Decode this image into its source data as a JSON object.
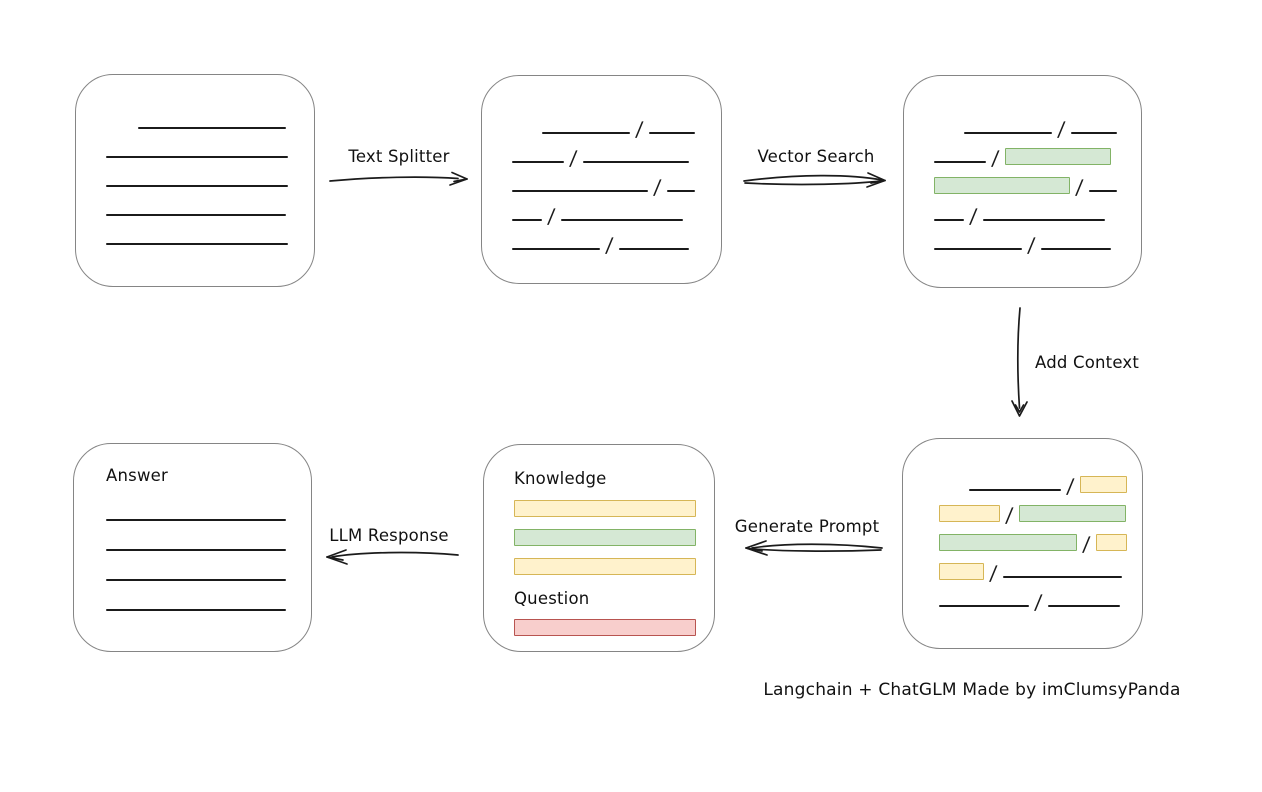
{
  "caption": "Langchain + ChatGLM Made by imClumsyPanda",
  "palette": {
    "line": "#1b1b1b",
    "box_border": "#858585",
    "green": {
      "fill": "#d5e8d4",
      "stroke": "#82b366"
    },
    "yellow": {
      "fill": "#fff2cc",
      "stroke": "#d6b656"
    },
    "red": {
      "fill": "#f8cecc",
      "stroke": "#b85450"
    }
  },
  "arrows": {
    "text_splitter": {
      "label": "Text Splitter",
      "direction": "right"
    },
    "vector_search": {
      "label": "Vector Search",
      "direction": "right"
    },
    "add_context": {
      "label": "Add Context",
      "direction": "down"
    },
    "generate_prompt": {
      "label": "Generate Prompt",
      "direction": "left"
    },
    "llm_response": {
      "label": "LLM Response",
      "direction": "left"
    }
  },
  "nodes": {
    "source_document": {
      "rows": [
        [
          {
            "t": "gap",
            "w": 32
          },
          {
            "t": "line",
            "w": 148
          }
        ],
        [
          {
            "t": "line",
            "w": 182
          }
        ],
        [
          {
            "t": "line",
            "w": 182
          }
        ],
        [
          {
            "t": "line",
            "w": 180
          }
        ],
        [
          {
            "t": "line",
            "w": 182
          }
        ]
      ]
    },
    "split_text": {
      "rows": [
        [
          {
            "t": "gap",
            "w": 30
          },
          {
            "t": "line",
            "w": 88
          },
          {
            "t": "slash"
          },
          {
            "t": "line",
            "w": 46
          }
        ],
        [
          {
            "t": "line",
            "w": 52
          },
          {
            "t": "slash"
          },
          {
            "t": "line",
            "w": 106
          }
        ],
        [
          {
            "t": "line",
            "w": 136
          },
          {
            "t": "slash"
          },
          {
            "t": "line",
            "w": 28
          }
        ],
        [
          {
            "t": "line",
            "w": 30
          },
          {
            "t": "slash"
          },
          {
            "t": "line",
            "w": 122
          }
        ],
        [
          {
            "t": "line",
            "w": 88
          },
          {
            "t": "slash"
          },
          {
            "t": "line",
            "w": 70
          }
        ]
      ]
    },
    "vector_matched": {
      "rows": [
        [
          {
            "t": "gap",
            "w": 30
          },
          {
            "t": "line",
            "w": 88
          },
          {
            "t": "slash"
          },
          {
            "t": "line",
            "w": 46
          }
        ],
        [
          {
            "t": "line",
            "w": 52
          },
          {
            "t": "slash"
          },
          {
            "t": "green",
            "w": 106
          }
        ],
        [
          {
            "t": "green",
            "w": 136
          },
          {
            "t": "slash"
          },
          {
            "t": "line",
            "w": 28
          }
        ],
        [
          {
            "t": "line",
            "w": 30
          },
          {
            "t": "slash"
          },
          {
            "t": "line",
            "w": 122
          }
        ],
        [
          {
            "t": "line",
            "w": 88
          },
          {
            "t": "slash"
          },
          {
            "t": "line",
            "w": 70
          }
        ]
      ]
    },
    "context_chunks": {
      "rows": [
        [
          {
            "t": "gap",
            "w": 30
          },
          {
            "t": "line",
            "w": 92
          },
          {
            "t": "slash"
          },
          {
            "t": "yellow",
            "w": 47
          }
        ],
        [
          {
            "t": "yellow",
            "w": 61
          },
          {
            "t": "slash"
          },
          {
            "t": "green",
            "w": 107
          }
        ],
        [
          {
            "t": "green",
            "w": 138
          },
          {
            "t": "slash"
          },
          {
            "t": "yellow",
            "w": 31
          }
        ],
        [
          {
            "t": "yellow",
            "w": 45
          },
          {
            "t": "slash"
          },
          {
            "t": "line",
            "w": 119
          }
        ],
        [
          {
            "t": "line",
            "w": 90
          },
          {
            "t": "slash"
          },
          {
            "t": "line",
            "w": 72
          }
        ]
      ]
    },
    "prompt": {
      "knowledge_label": "Knowledge",
      "question_label": "Question",
      "bars": [
        {
          "color": "yellow",
          "w": 182
        },
        {
          "color": "green",
          "w": 182
        },
        {
          "color": "yellow",
          "w": 182
        }
      ],
      "question_bar": {
        "color": "red",
        "w": 182
      }
    },
    "answer": {
      "label": "Answer",
      "lines": [
        180,
        180,
        180,
        180
      ]
    }
  }
}
